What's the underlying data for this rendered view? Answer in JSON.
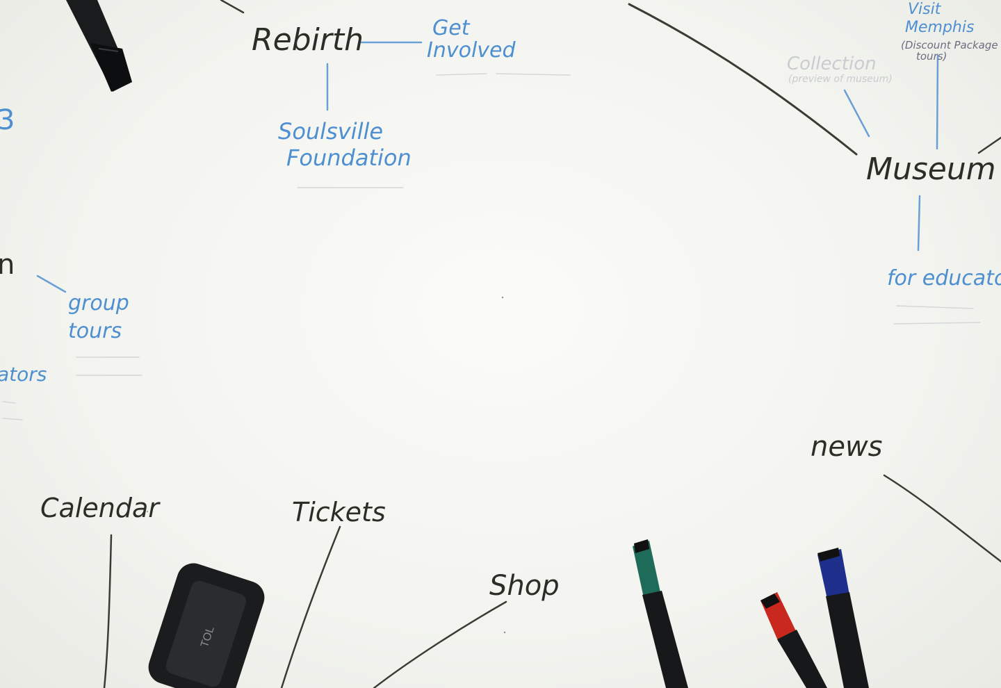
{
  "mindmap": {
    "nodes": {
      "rebirth": "Rebirth",
      "get_involved_1": "Get",
      "get_involved_2": "Involved",
      "soulsville_1": "Soulsville",
      "soulsville_2": "Foundation",
      "museum": "Museum",
      "visit_memphis_1": "Visit",
      "visit_memphis_2": "Memphis",
      "discount_1": "(Discount Package",
      "discount_2": "tours)",
      "collection": "Collection",
      "collection_note": "(preview of museum)",
      "for_educators": "for educators",
      "group_tours_1": "group",
      "group_tours_2": "tours",
      "partial_educators": "ators",
      "partial_n": "n",
      "partial_3": "3",
      "calendar": "Calendar",
      "tickets": "Tickets",
      "shop": "Shop",
      "news": "news"
    }
  },
  "objects": {
    "eraser_brand": "TOL"
  },
  "colors": {
    "board": "#f4f5f1",
    "ink_dark": "#2b2d27",
    "ink_blue": "#4d8fd0",
    "marker_green": "#1f6b5a",
    "marker_red": "#c8281e",
    "marker_blue": "#1e2f8c"
  }
}
